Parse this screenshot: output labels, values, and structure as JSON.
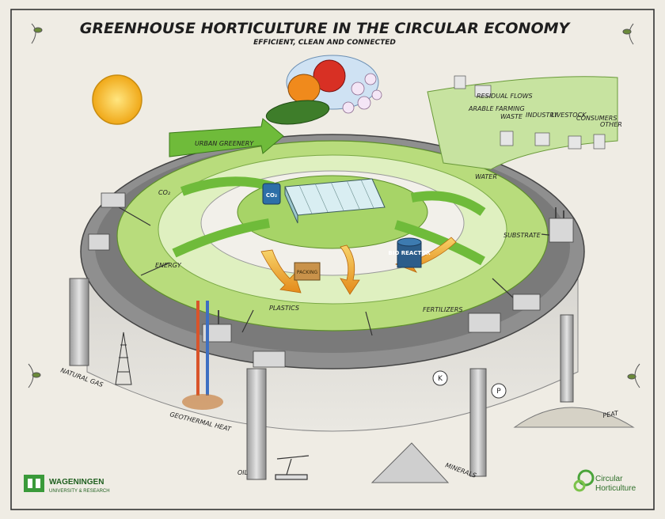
{
  "title": "GREENHOUSE HORTICULTURE IN THE CIRCULAR ECONOMY",
  "subtitle": "EFFICIENT, CLEAN AND CONNECTED",
  "ring_labels": {
    "co2": "CO₂",
    "energy": "ENERGY",
    "plastics": "PLASTICS",
    "fertilizers": "FERTILIZERS",
    "substrate": "SUBSTRATE",
    "water": "WATER"
  },
  "resource_labels": {
    "natural_gas": "NATURAL GAS",
    "geothermal_heat": "GEOTHERMAL HEAT",
    "oil": "OIL",
    "minerals": "MINERALS",
    "peat": "PEAT"
  },
  "object_labels": {
    "co2_tank": "CO₂",
    "bio_reactor": "BIO REACTOR",
    "packing": "PACKING",
    "k_mineral": "K",
    "p_mineral": "P"
  },
  "sector_labels": {
    "urban_greenery": "URBAN GREENERY",
    "residual_flows": "RESIDUAL FLOWS",
    "arable_farming": "ARABLE FARMING",
    "waste": "WASTE",
    "industry": "INDUSTRY",
    "livestock": "LIVESTOCK",
    "consumers": "CONSUMERS",
    "other": "OTHER"
  },
  "logos": {
    "wur_name": "WAGENINGEN",
    "wur_sub": "UNIVERSITY & RESEARCH",
    "ch_line1": "Circular",
    "ch_line2": "Horticulture"
  },
  "colors": {
    "background": "#efece4",
    "outer_ring": "#8d8d8d",
    "green_ring": "#a9d36b",
    "arrow_green": "#5fae2e",
    "sun": "#f4c12a"
  }
}
